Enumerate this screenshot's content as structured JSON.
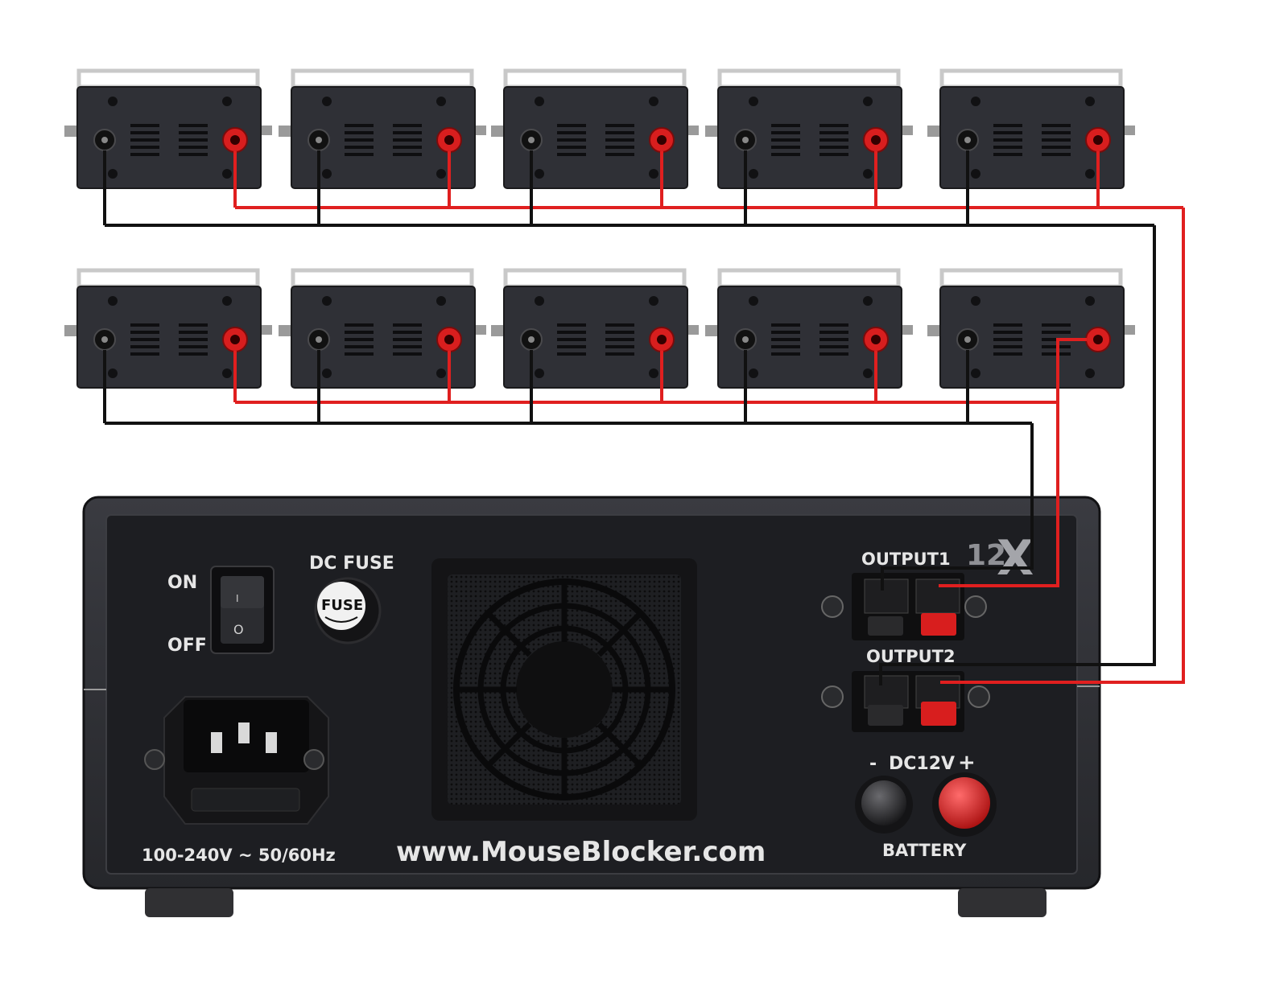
{
  "colors": {
    "wire_positive": "#e01f1f",
    "wire_negative": "#111111",
    "case": "#2a2b30",
    "panel": "#1b1c20",
    "device_body": "#2f3036",
    "terminal_red": "#d81e1e",
    "label_text": "#e6e6e6"
  },
  "devices": {
    "count": 10,
    "rows": 2,
    "per_row": 5,
    "icon": "ultrasonic-repeller-icon"
  },
  "controller": {
    "switch": {
      "on_label": "ON",
      "off_label": "OFF",
      "mark_on": "I",
      "mark_off": "O"
    },
    "fuse": {
      "heading": "DC FUSE",
      "cap_text": "FUSE"
    },
    "power_input": {
      "rating": "100-240V ~ 50/60Hz"
    },
    "website": "www.MouseBlocker.com",
    "outputs": [
      {
        "label": "OUTPUT1"
      },
      {
        "label": "OUTPUT2"
      }
    ],
    "badge": {
      "text": "12",
      "mark": "X"
    },
    "battery": {
      "minus": "-",
      "voltage": "DC12V",
      "plus": "+",
      "label": "BATTERY"
    }
  }
}
